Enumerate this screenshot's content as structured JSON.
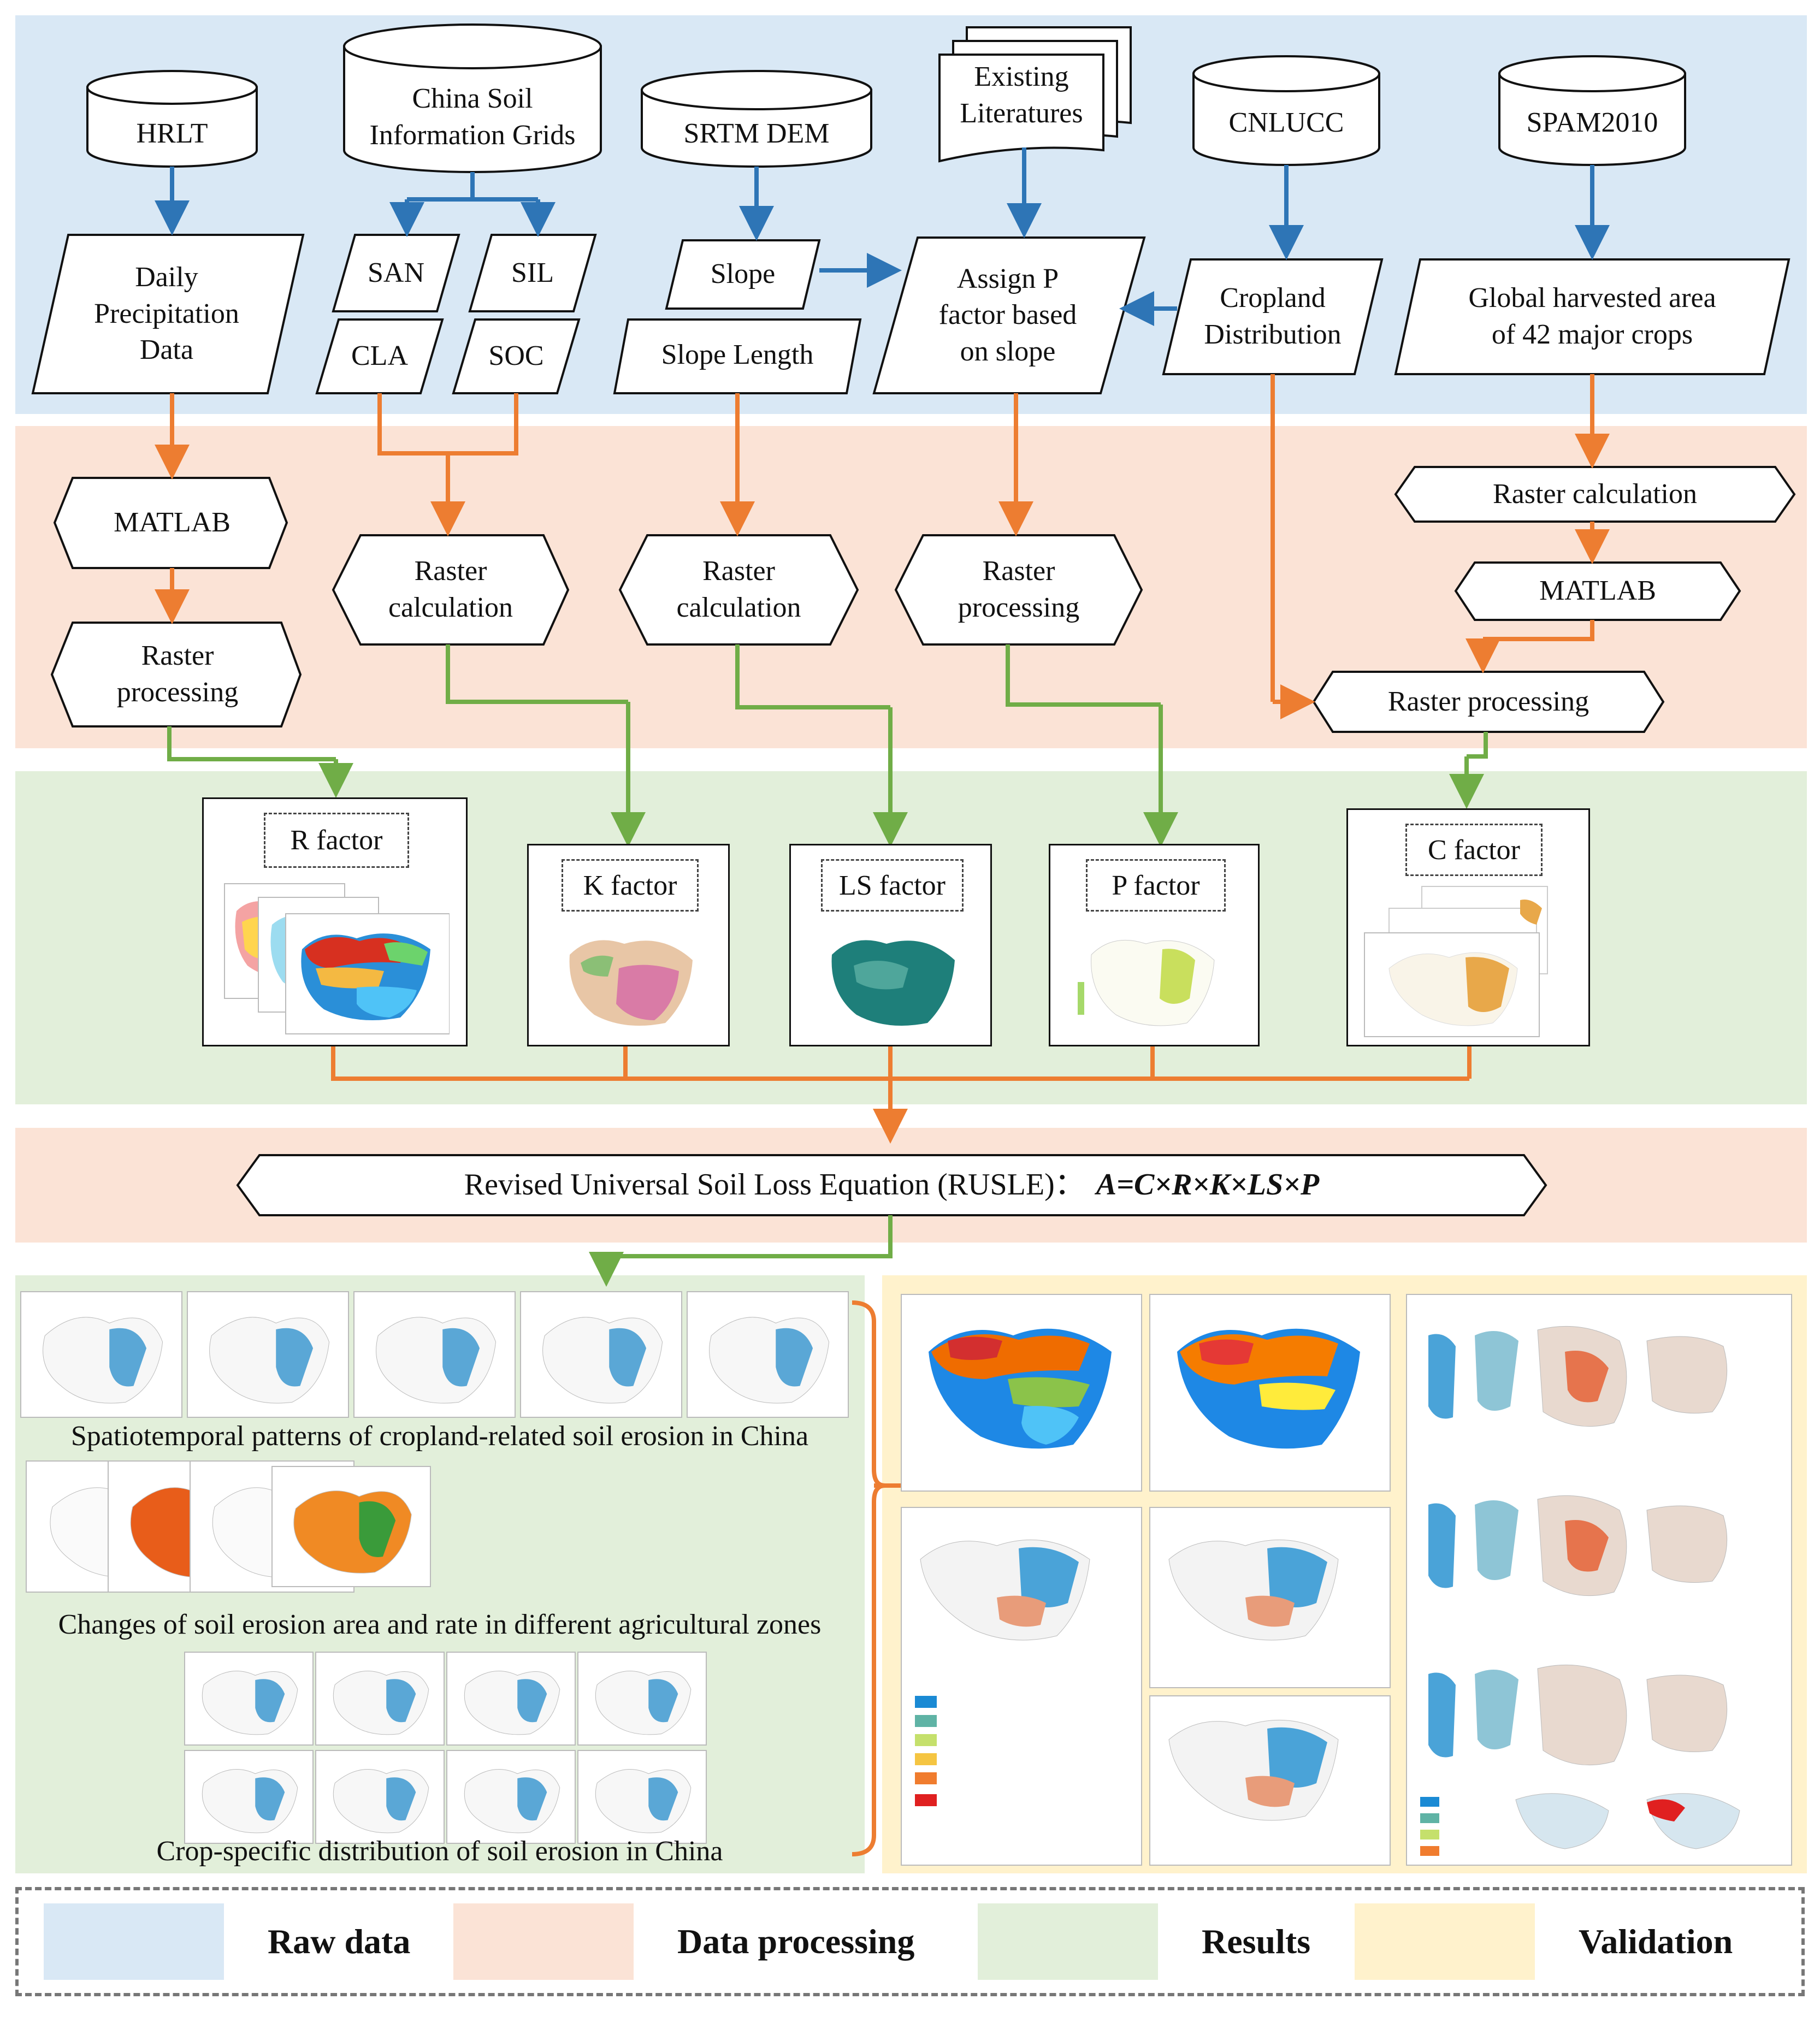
{
  "colors": {
    "raw_band": "#d9e8f5",
    "processing_band": "#fbe3d6",
    "results_band": "#e2efda",
    "validation_band": "#fff2cc",
    "blue_arrow": "#2e75b6",
    "orange_arrow": "#ed7d31",
    "green_arrow": "#70ad47"
  },
  "sources": {
    "hrlt": "HRLT",
    "china_soil": "China Soil\nInformation Grids",
    "srtm": "SRTM DEM",
    "literature": "Existing\nLiteratures",
    "cnlucc": "CNLUCC",
    "spam": "SPAM2010"
  },
  "inputs": {
    "precip": "Daily\nPrecipitation\nData",
    "san": "SAN",
    "sil": "SIL",
    "cla": "CLA",
    "soc": "SOC",
    "slope": "Slope",
    "slope_length": "Slope Length",
    "assign_p": "Assign P\nfactor based\non slope",
    "cropland": "Cropland\nDistribution",
    "harvested": "Global harvested area\nof 42 major crops"
  },
  "processing": {
    "matlab1": "MATLAB",
    "raster_proc1": "Raster\nprocessing",
    "raster_calc_k": "Raster\ncalculation",
    "raster_calc_ls": "Raster\ncalculation",
    "raster_proc_p": "Raster\nprocessing",
    "raster_calc_c": "Raster calculation",
    "matlab2": "MATLAB",
    "raster_proc_c": "Raster processing"
  },
  "factors": {
    "r": "R factor",
    "k": "K factor",
    "ls": "LS factor",
    "p": "P factor",
    "c": "C factor"
  },
  "rusle": {
    "text": "Revised Universal Soil Loss Equation (RUSLE)：",
    "equation": "A=C×R×K×LS×P"
  },
  "results": {
    "caption1": "Spatiotemporal patterns of cropland-related soil erosion in China",
    "caption2": "Changes of soil erosion area and rate in different agricultural zones",
    "caption3": "Crop-specific distribution of soil erosion in China"
  },
  "legend": {
    "raw": "Raw data",
    "processing": "Data processing",
    "results": "Results",
    "validation": "Validation"
  }
}
